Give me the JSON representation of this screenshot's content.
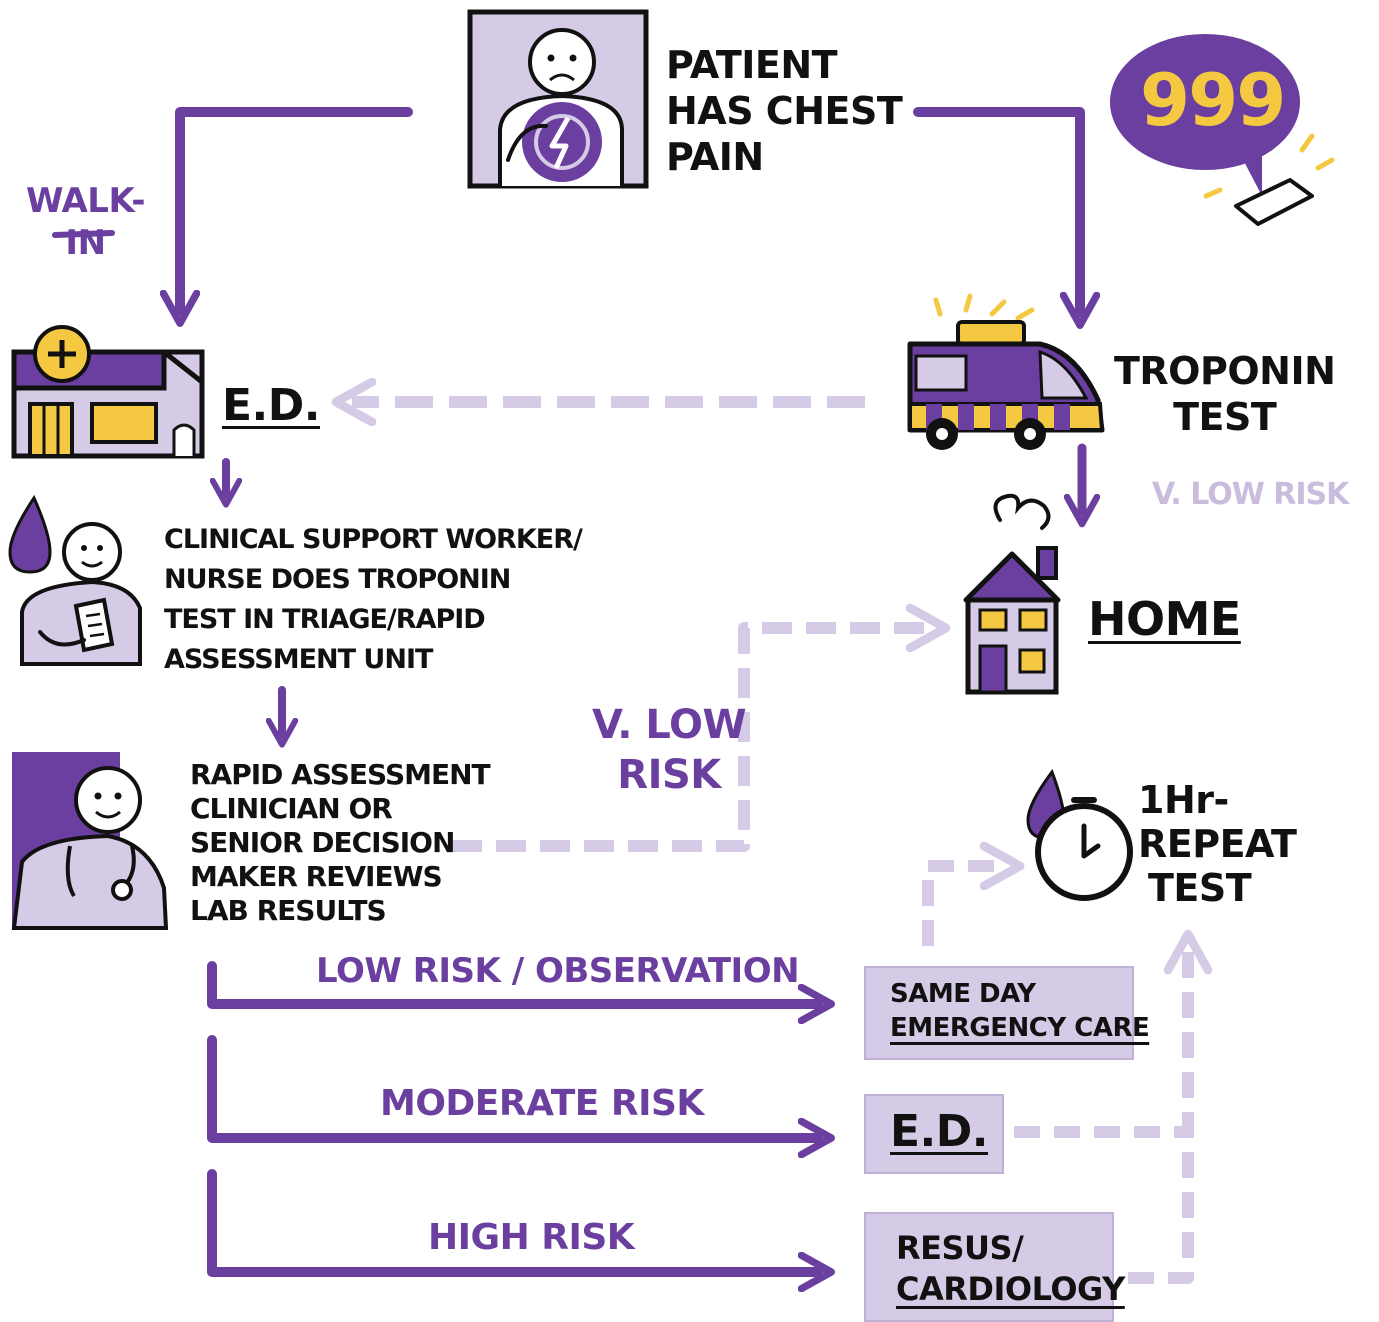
{
  "patient": {
    "title_lines": [
      "PATIENT",
      "HAS CHEST",
      "PAIN"
    ]
  },
  "walk_in_label": "WALK-\nIN",
  "call": {
    "number": "999"
  },
  "ed_top": {
    "label": "E.D."
  },
  "ambulance": {
    "title_lines": [
      "TROPONIN",
      "TEST"
    ]
  },
  "v_low_risk_right": "V. LOW RISK",
  "home": {
    "label": "HOME"
  },
  "triage": {
    "text_lines": [
      "CLINICAL SUPPORT WORKER/",
      "NURSE DOES TROPONIN",
      "TEST IN TRIAGE/RAPID",
      "ASSESSMENT UNIT"
    ]
  },
  "v_low_risk_center": {
    "lines": [
      "V. LOW",
      "RISK"
    ]
  },
  "assessment": {
    "text_lines": [
      "RAPID ASSESSMENT",
      "CLINICIAN OR",
      "SENIOR DECISION",
      "MAKER REVIEWS",
      "LAB RESULTS"
    ]
  },
  "repeat_test": {
    "lines": [
      "1Hr-",
      "REPEAT",
      "TEST"
    ]
  },
  "risk_paths": [
    {
      "label": "LOW RISK / OBSERVATION",
      "destination_lines": [
        "SAME DAY",
        "EMERGENCY CARE"
      ]
    },
    {
      "label": "MODERATE RISK",
      "destination_lines": [
        "E.D."
      ]
    },
    {
      "label": "HIGH RISK",
      "destination_lines": [
        "RESUS/",
        "CARDIOLOGY"
      ]
    }
  ],
  "colors": {
    "purple": "#6b3fa0",
    "light_purple": "#d6cbe6",
    "faded_purple": "#c9bcdc",
    "yellow": "#f5c842",
    "ink": "#111111"
  },
  "icons": [
    "distressed-patient-icon",
    "speech-bubble-icon",
    "phone-icon",
    "hospital-icon",
    "ambulance-icon",
    "house-icon",
    "nurse-icon",
    "blood-drop-icon",
    "clinician-icon",
    "stopwatch-icon"
  ]
}
